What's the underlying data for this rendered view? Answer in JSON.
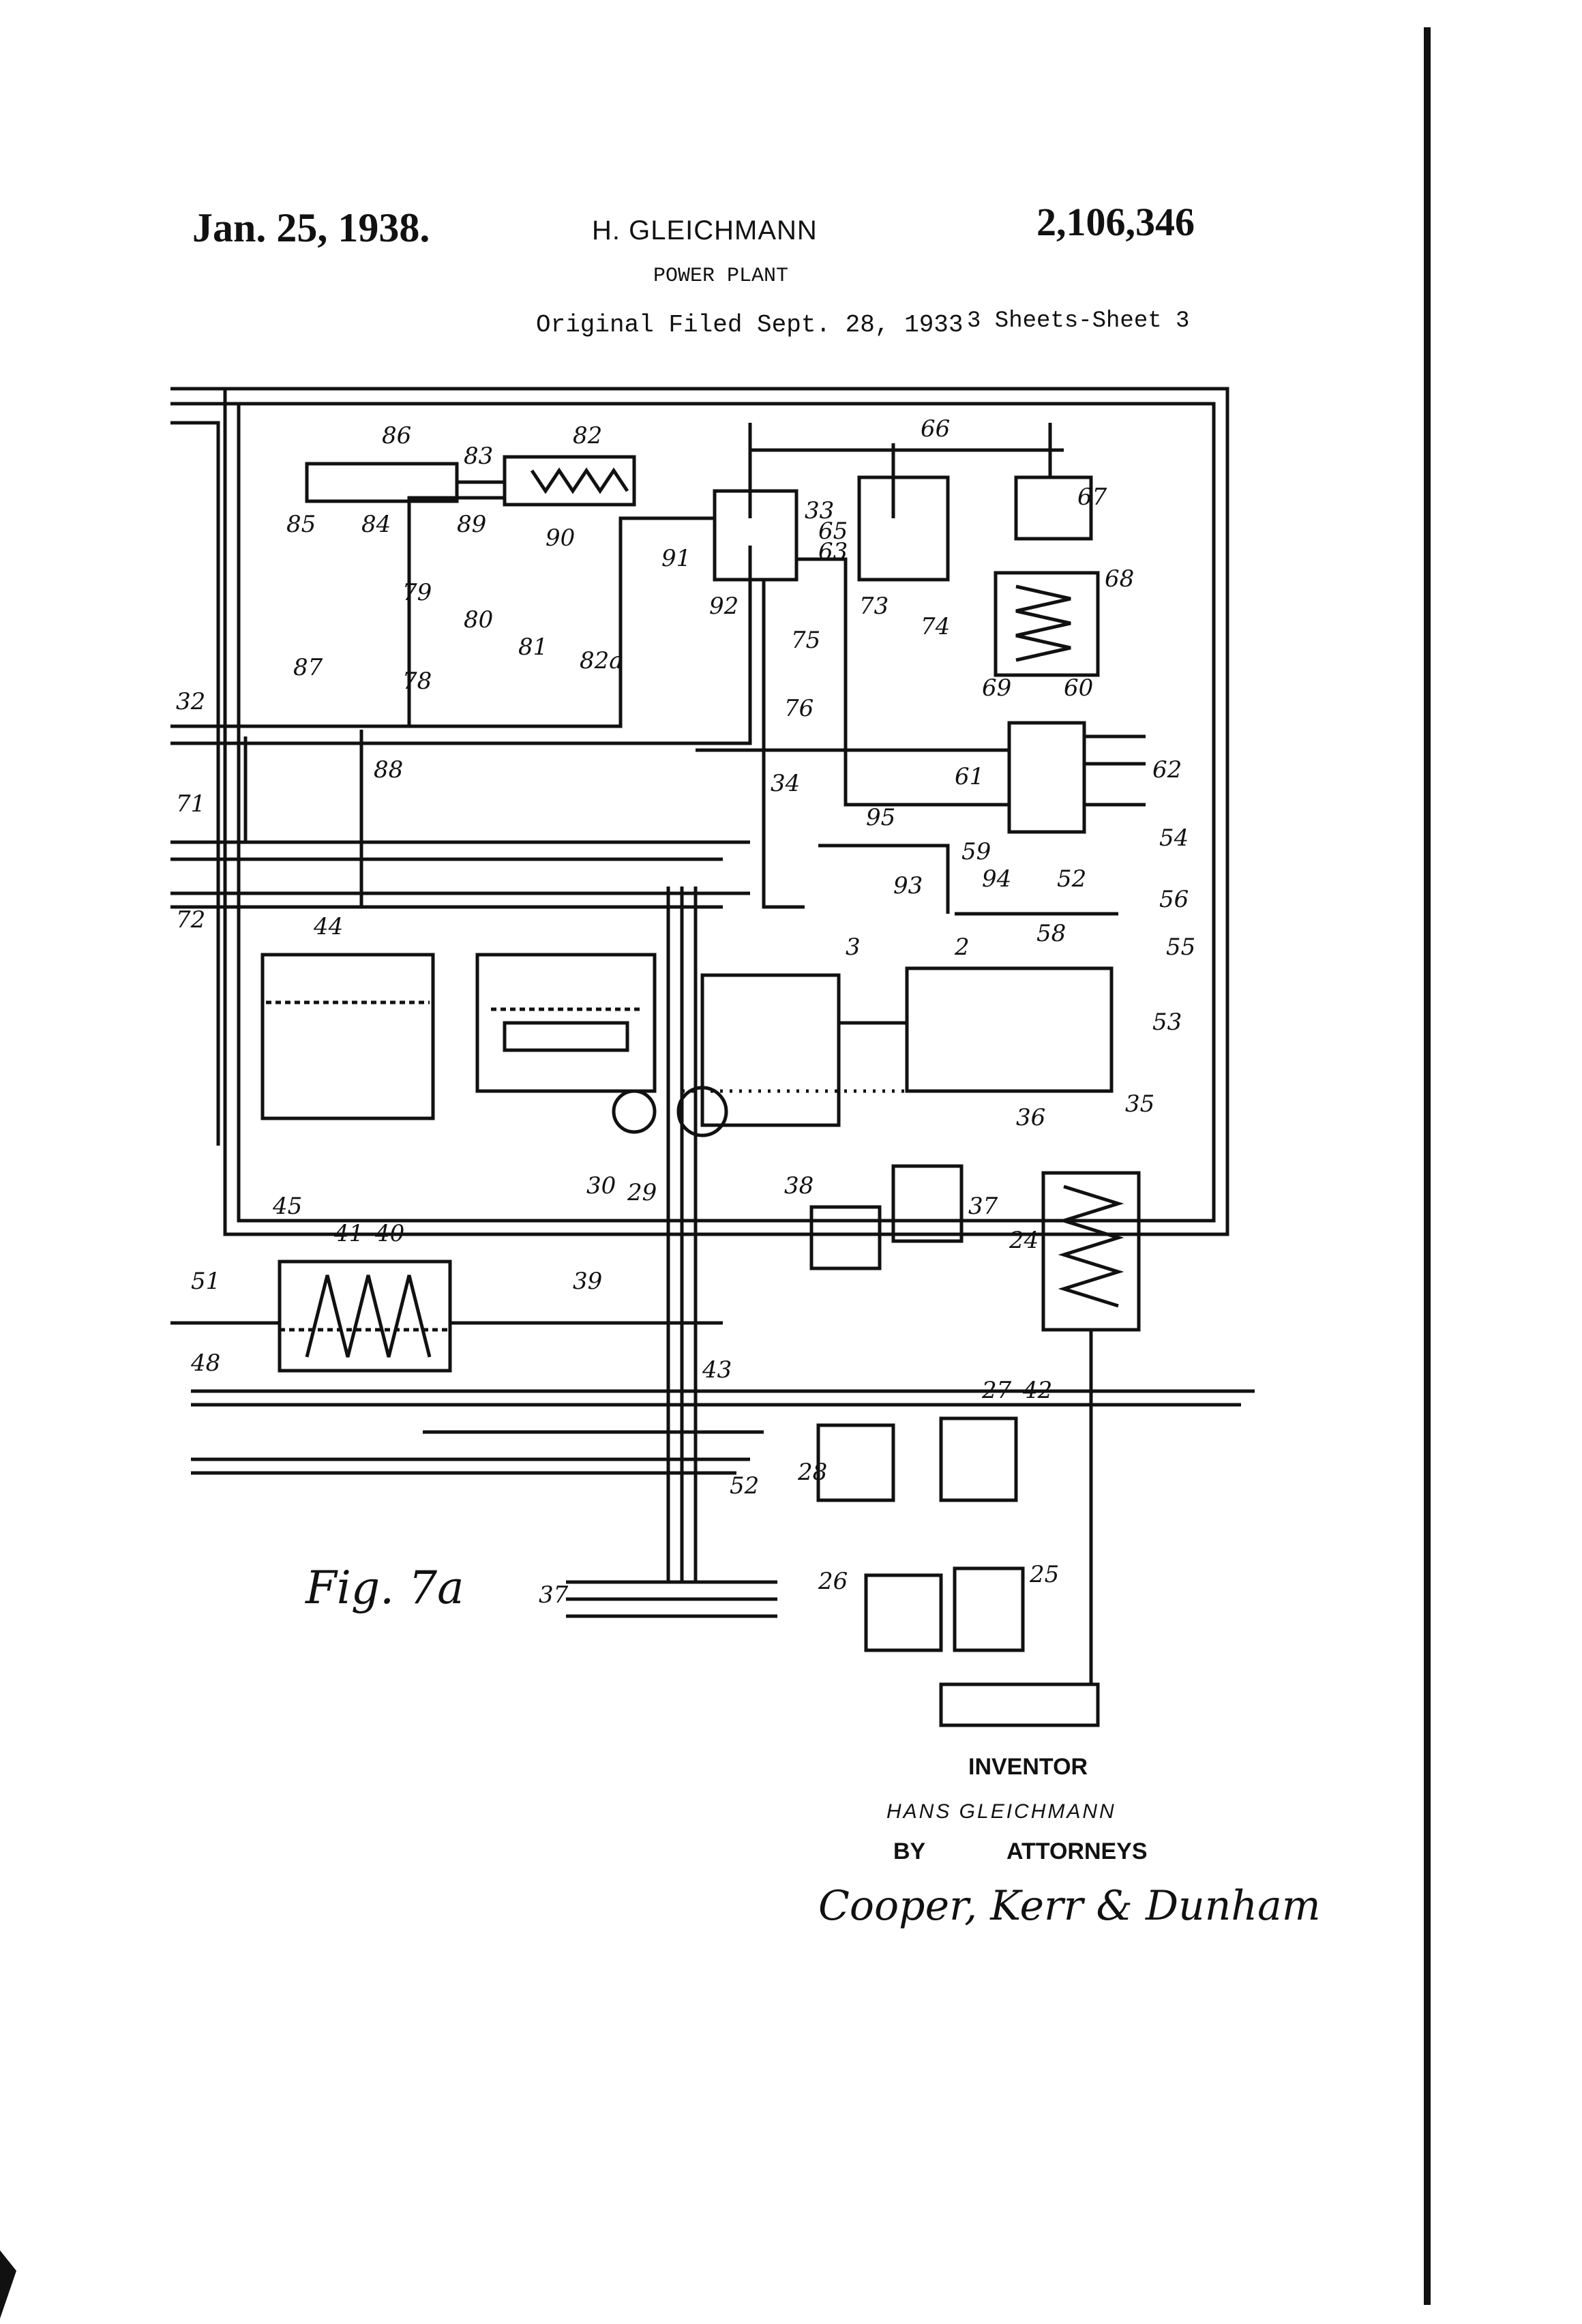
{
  "header": {
    "date": "Jan. 25, 1938.",
    "inventor": "H. GLEICHMANN",
    "patent_number": "2,106,346",
    "title": "POWER PLANT",
    "filed": "Original Filed Sept. 28, 1933",
    "sheets": "3 Sheets-Sheet 3"
  },
  "figure": {
    "label": "Fig. 7a",
    "reference_numerals": [
      "86",
      "83",
      "82",
      "85",
      "84",
      "89",
      "90",
      "91",
      "92",
      "33",
      "65",
      "63",
      "66",
      "67",
      "68",
      "79",
      "80",
      "81",
      "82a",
      "73",
      "74",
      "75",
      "76",
      "87",
      "78",
      "32",
      "88",
      "69",
      "60",
      "61",
      "62",
      "71",
      "34",
      "95",
      "59",
      "93",
      "94",
      "52",
      "54",
      "56",
      "58",
      "72",
      "44",
      "3",
      "2",
      "55",
      "53",
      "45",
      "36",
      "35",
      "30",
      "29",
      "37",
      "38",
      "24",
      "41",
      "40",
      "51",
      "39",
      "48",
      "43",
      "27",
      "42",
      "52",
      "28",
      "26",
      "25",
      "37"
    ]
  },
  "signature_block": {
    "inventor_heading": "INVENTOR",
    "inventor_name": "HANS GLEICHMANN",
    "by": "BY",
    "attorneys": "ATTORNEYS",
    "attorney_signature": "Cooper, Kerr & Dunham"
  }
}
